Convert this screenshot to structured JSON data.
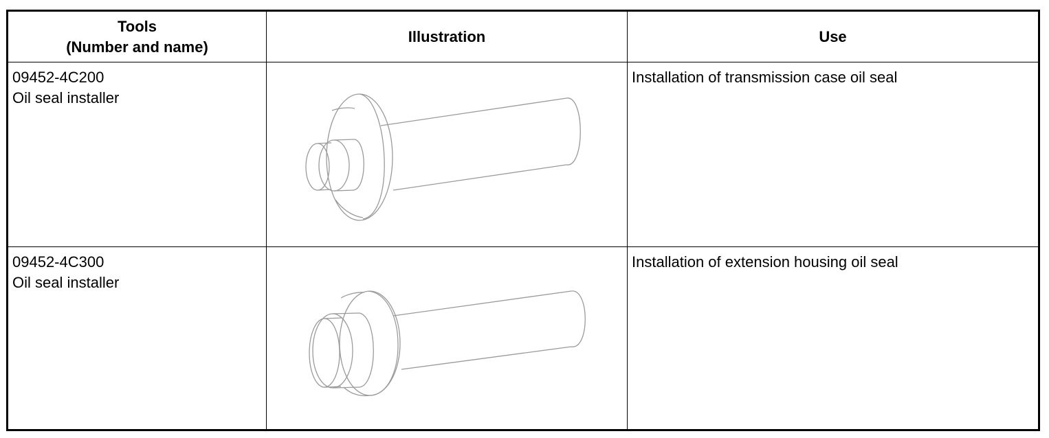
{
  "table": {
    "headers": {
      "tools_line1": "Tools",
      "tools_line2": "(Number and name)",
      "illustration": "Illustration",
      "use": "Use"
    },
    "rows": [
      {
        "number": "09452-4C200",
        "name": "Oil seal installer",
        "use": "Installation of transmission case oil seal",
        "illustration_icon": "oil-seal-installer-icon"
      },
      {
        "number": "09452-4C300",
        "name": "Oil seal installer",
        "use": "Installation of extension housing oil seal",
        "illustration_icon": "oil-seal-installer-icon"
      }
    ]
  },
  "colors": {
    "border": "#000000",
    "drawing_line": "#9a9a9a"
  }
}
